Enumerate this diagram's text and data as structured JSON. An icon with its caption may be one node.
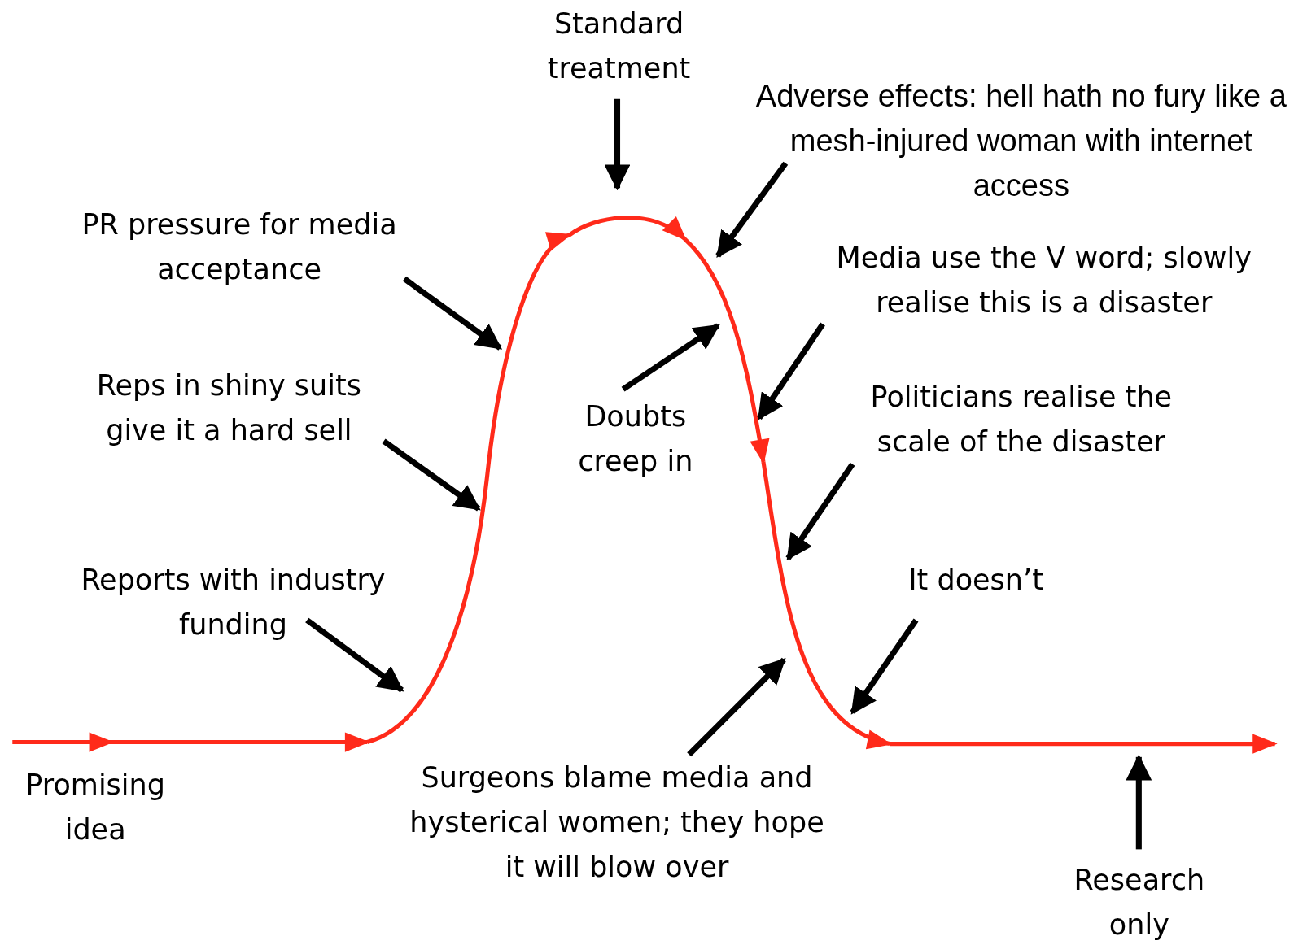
{
  "diagram": {
    "nodes": [
      {
        "text": [
          "Standard treatment"
        ]
      },
      {
        "text": [
          "Adverse effects: hell hath no fury like a mesh-injured woman with internet access"
        ]
      },
      {
        "text": [
          "PR pressure for media acceptance"
        ]
      },
      {
        "text": [
          "Media use the V word; slowly realise this is a disaster"
        ]
      },
      {
        "text": [
          "Reps in shiny suits give it a hard sell"
        ]
      },
      {
        "text": [
          "Doubts creep in"
        ]
      },
      {
        "text": [
          "Politicians realise the scale of the disaster"
        ]
      },
      {
        "text": [
          "Reports with industry funding"
        ]
      },
      {
        "text": [
          "It doesn’t"
        ]
      },
      {
        "text": [
          "Surgeons blame media and hysterical women; they hope it will blow over"
        ]
      },
      {
        "text": [
          "Research only"
        ]
      }
    ],
    "edges": [
      {
        "from": 0,
        "to": null,
        "arrow": "to"
      },
      {
        "from": 1,
        "to": null,
        "arrow": "to"
      },
      {
        "from": 2,
        "to": null,
        "arrow": "to"
      },
      {
        "from": 3,
        "to": null,
        "arrow": "to"
      },
      {
        "from": 4,
        "to": null,
        "arrow": "to"
      },
      {
        "from": 5,
        "to": null,
        "arrow": "to"
      },
      {
        "from": 6,
        "to": null,
        "arrow": "to"
      },
      {
        "from": 7,
        "to": null,
        "arrow": "to"
      },
      {
        "from": 8,
        "to": null,
        "arrow": "to"
      },
      {
        "from": 9,
        "to": null,
        "arrow": "to"
      },
      {
        "from": 10,
        "to": null,
        "arrow": "to"
      }
    ],
    "labels": [
      "Promising idea"
    ]
  }
}
